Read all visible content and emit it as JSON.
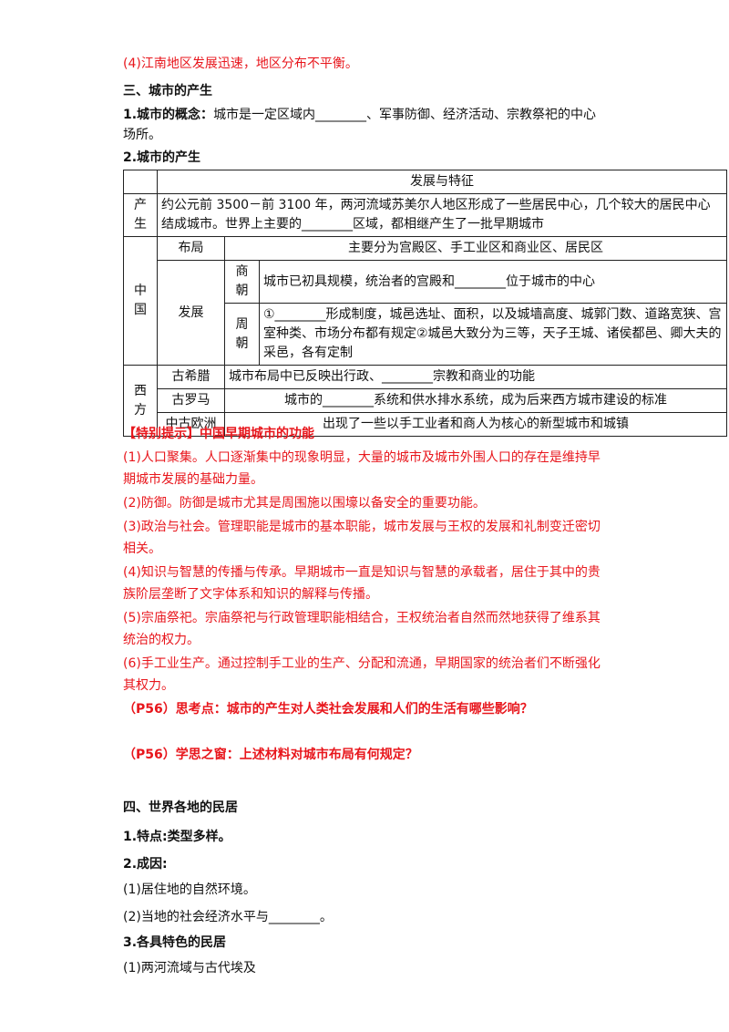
{
  "lines": {
    "l1": "(4)江南地区发展迅速，地区分布不平衡。",
    "h3": "三、城市的产生",
    "concept_a": "1.城市的概念：",
    "concept_b": "城市是一定区域内________、军事防御、经济活动、宗教祭祀的中心",
    "concept_c": "场所。",
    "birth_h": "2.城市的产生"
  },
  "table": {
    "header": "发展与特征",
    "chansheng_label": "产\n生",
    "chansheng_text": "约公元前 3500－前 3100 年，两河流域苏美尔人地区形成了一些居民中心，几个较大的居民中心结成城市。世界上主要的________区域，都相继产生了一批早期城市",
    "zhongguo_label": "中\n国",
    "buju_label": "布局",
    "buju_text": "主要分为宫殿区、手工业区和商业区、居民区",
    "fazhan_label": "发展",
    "shang_label": "商\n朝",
    "shang_text": "城市已初具规模，统治者的宫殿和________位于城市的中心",
    "zhou_label": "周\n朝",
    "zhou_text": "①________形成制度，城邑选址、面积，以及城墙高度、城郭门数、道路宽狭、宫室种类、市场分布都有规定②城邑大致分为三等，天子王城、诸侯都邑、卿大夫的采邑，各有定制",
    "xifang_label": "西\n方",
    "greece_label": "古希腊",
    "greece_text": "城市布局中已反映出行政、________宗教和商业的功能",
    "rome_label": "古罗马",
    "rome_text": "城市的________系统和供水排水系统，成为后来西方城市建设的标准",
    "medieval_label": "中古欧洲",
    "medieval_text": "出现了一些以手工业者和商人为核心的新型城市和城镇"
  },
  "tips": {
    "title": "【特别提示】中国早期城市的功能",
    "t1a": "(1)人口聚集。人口逐渐集中的现象明显，大量的城市及城市外围人口的存在是维持早",
    "t1b": "期城市发展的基础力量。",
    "t2": "(2)防御。防御是城市尤其是周围施以围壕以备安全的重要功能。",
    "t3a": "(3)政治与社会。管理职能是城市的基本职能，城市发展与王权的发展和礼制变迁密切",
    "t3b": "相关。",
    "t4a": "(4)知识与智慧的传播与传承。早期城市一直是知识与智慧的承载者，居住于其中的贵",
    "t4b": "族阶层垄断了文字体系和知识的解释与传播。",
    "t5a": "(5)宗庙祭祀。宗庙祭祀与行政管理职能相结合，王权统治者自然而然地获得了维系其",
    "t5b": "统治的权力。",
    "t6a": "(6)手工业生产。通过控制手工业的生产、分配和流通，早期国家的统治者们不断强化",
    "t6b": "其权力。",
    "q1": "（P56）思考点：城市的产生对人类社会发展和人们的生活有哪些影响？",
    "q2": "（P56）学思之窗：上述材料对城市布局有何规定？"
  },
  "section4": {
    "h4": "四、世界各地的民居",
    "f1": "1.特点:类型多样。",
    "f2": "2.成因:",
    "r1": "(1)居住地的自然环境。",
    "r2": "(2)当地的社会经济水平与________。",
    "f3": "3.各具特色的民居",
    "r3": "(1)两河流域与古代埃及"
  }
}
